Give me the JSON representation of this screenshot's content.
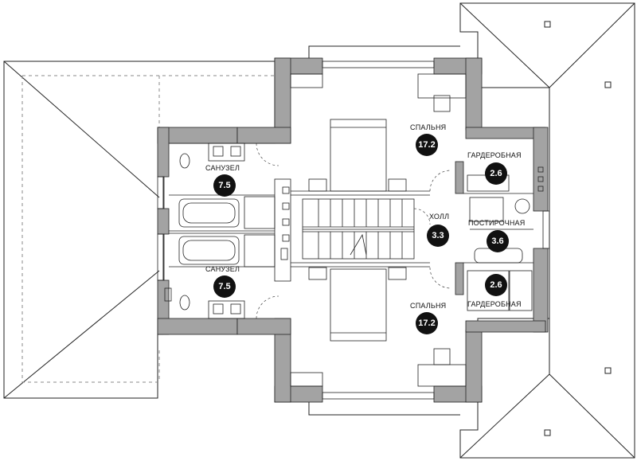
{
  "title": "",
  "colors": {
    "wall": "#a3a3a3",
    "line": "#222222",
    "dash": "#888888",
    "badge": "#111111",
    "badge_text": "#ffffff"
  },
  "rooms": {
    "bedroom_top": {
      "name": "СПАЛЬНЯ",
      "area": "17.2"
    },
    "bedroom_bottom": {
      "name": "СПАЛЬНЯ",
      "area": "17.2"
    },
    "bath_top": {
      "name": "САНУЗЕЛ",
      "area": "7.5"
    },
    "bath_bottom": {
      "name": "САНУЗЕЛ",
      "area": "7.5"
    },
    "wardrobe_top": {
      "name": "ГАРДЕРОБНАЯ",
      "area": "2.6"
    },
    "wardrobe_bottom": {
      "name": "ГАРДЕРОБНАЯ",
      "area": "2.6"
    },
    "hall": {
      "name": "ХОЛЛ",
      "area": "3.3"
    },
    "laundry": {
      "name": "ПОСТИРОЧНАЯ",
      "area": "3.6"
    }
  }
}
